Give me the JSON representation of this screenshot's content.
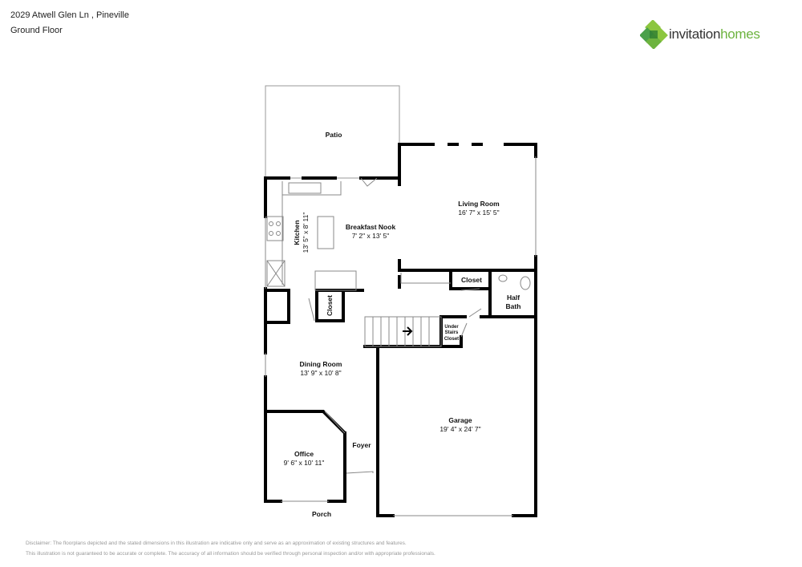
{
  "header": {
    "address": "2029 Atwell Glen Ln , Pineville",
    "floor": "Ground Floor"
  },
  "logo": {
    "part1": "invitation",
    "part2": "homes",
    "colors": {
      "dark": "#3a8a3a",
      "light": "#8cc63f"
    }
  },
  "rooms": {
    "patio": {
      "name": "Patio"
    },
    "living": {
      "name": "Living Room",
      "dims": "16' 7\" x 15' 5\""
    },
    "nook": {
      "name": "Breakfast Nook",
      "dims": "7' 2\" x 13' 5\""
    },
    "kitchen": {
      "name": "Kitchen",
      "dims": "13' 5\" x 8' 11\""
    },
    "closet1": {
      "name": "Closet"
    },
    "closet2": {
      "name": "Closet"
    },
    "halfbath": {
      "name1": "Half",
      "name2": "Bath"
    },
    "understairs": {
      "l1": "Under",
      "l2": "Stairs",
      "l3": "Closet"
    },
    "dining": {
      "name": "Dining Room",
      "dims": "13' 9\" x 10' 8\""
    },
    "garage": {
      "name": "Garage",
      "dims": "19' 4\" x 24' 7\""
    },
    "office": {
      "name": "Office",
      "dims": "9' 6\" x 10' 11\""
    },
    "foyer": {
      "name": "Foyer"
    },
    "porch": {
      "name": "Porch"
    }
  },
  "disclaimer": {
    "line1": "Disclaimer: The floorplans depicted and the stated dimensions in this illustration are indicative only and serve as an approximation of existing structures and features.",
    "line2": "This illustration is not guaranteed to be accurate or complete. The accuracy of all information should be verified through personal inspection and/or with appropriate professionals."
  }
}
